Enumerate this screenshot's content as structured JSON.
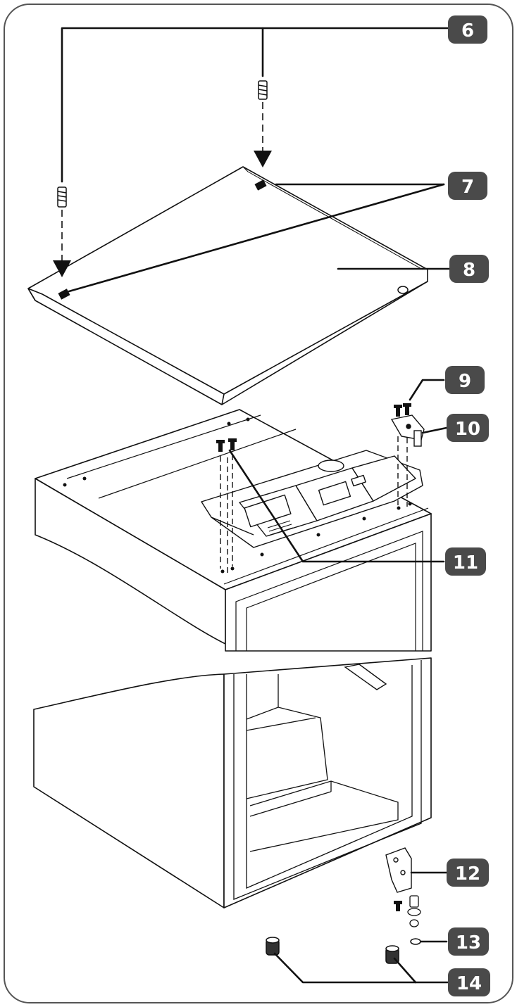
{
  "callouts": [
    {
      "label": "6"
    },
    {
      "label": "7"
    },
    {
      "label": "8"
    },
    {
      "label": "9"
    },
    {
      "label": "10"
    },
    {
      "label": "11"
    },
    {
      "label": "12"
    },
    {
      "label": "13"
    },
    {
      "label": "14"
    }
  ],
  "colors": {
    "badge_fill": "#4a4a4a",
    "line": "#111111",
    "frame": "#555555",
    "background": "#ffffff"
  }
}
